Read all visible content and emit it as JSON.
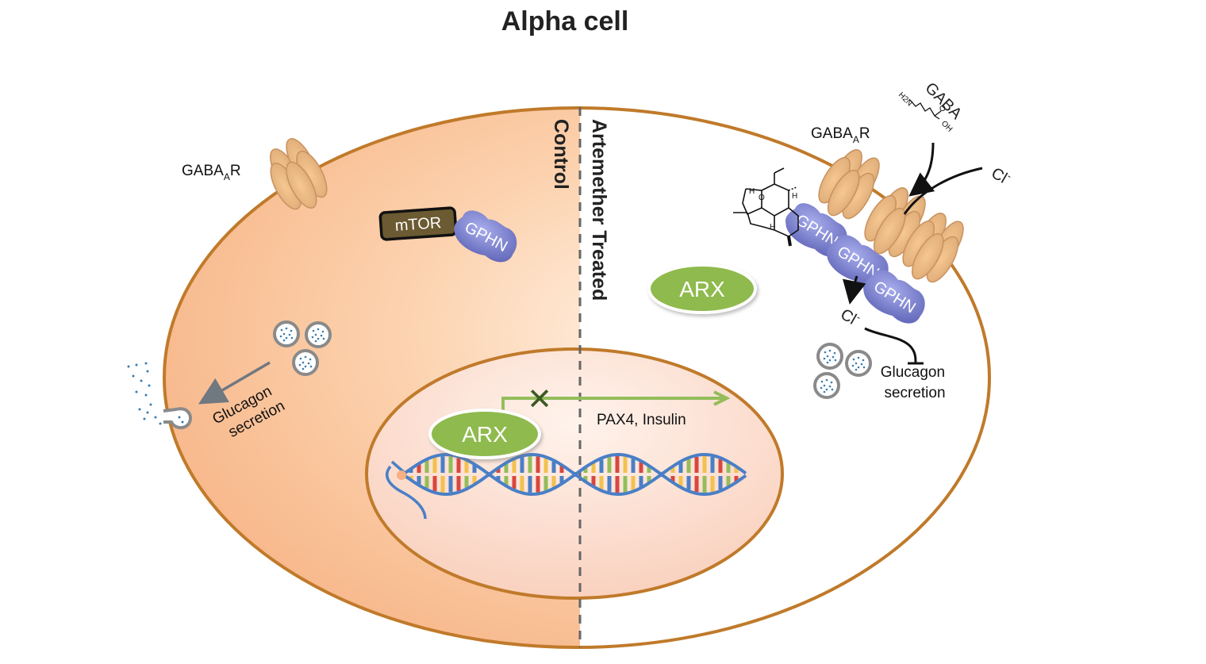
{
  "title": "Alpha cell",
  "panels": {
    "left_label": "Control",
    "right_label": "Artemether Treated"
  },
  "control": {
    "receptor_label": "GABA",
    "receptor_sub": "A",
    "receptor_suffix": "R",
    "mtor_label": "mTOR",
    "gphn_label": "GPHN",
    "secretion_line1": "Glucagon",
    "secretion_line2": "secretion"
  },
  "treated": {
    "receptor_label": "GABA",
    "receptor_sub": "A",
    "receptor_suffix": "R",
    "gaba_label": "GABA",
    "gaba_chem_amine": "H2N",
    "gaba_chem_o": "O",
    "gaba_chem_oh": "OH",
    "chloride_in": "Cl",
    "chloride_out": "Cl",
    "chloride_charge": "-",
    "gphn_labels": [
      "GPHN",
      "GPHN",
      "GPHN"
    ],
    "arx_cytoplasm": "ARX",
    "secretion_line1": "Glucagon",
    "secretion_line2": "secretion",
    "artemether_atoms": {
      "h1": "H",
      "h2": "H",
      "h3": "H",
      "o": "O"
    }
  },
  "nucleus": {
    "arx_label": "ARX",
    "target_genes": "PAX4, Insulin",
    "blocked_symbol": "✕"
  },
  "colors": {
    "cell_membrane": "#c07a2a",
    "control_cytoplasm": "#f7b98a",
    "nucleus_fill": "#fbd6c4",
    "gphn": "#6f74c4",
    "mtor": "#6b5a32",
    "arx": "#8fba4e",
    "receptor": "#e8b07a",
    "dna_strand": "#4a7fc6",
    "divider": "#666666",
    "secretion_arrow": "#707880",
    "transcription_arrow": "#93bd5a",
    "block_mark": "#3c5a22"
  }
}
